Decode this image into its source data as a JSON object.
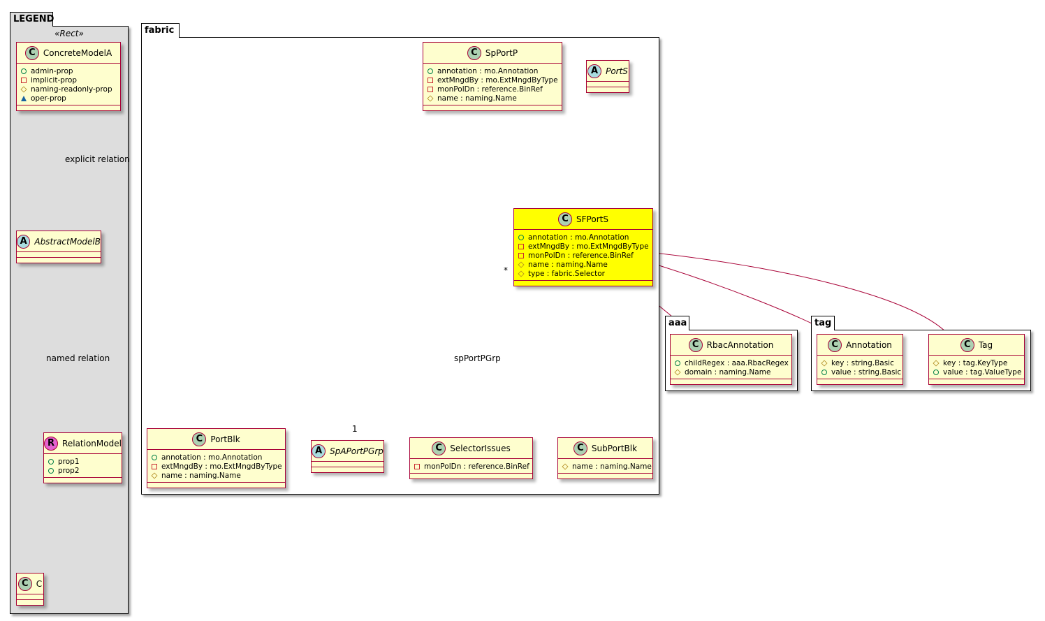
{
  "packages": [
    {
      "id": "legend",
      "name": "LEGEND",
      "stereotype": "«Rect»",
      "bg": "#dddddd"
    },
    {
      "id": "fabric",
      "name": "fabric",
      "bg": "#ffffff"
    },
    {
      "id": "aaa",
      "name": "aaa",
      "bg": "#ffffff"
    },
    {
      "id": "tag",
      "name": "tag",
      "bg": "#ffffff"
    }
  ],
  "classes": [
    {
      "id": "ConcreteModelA",
      "kind": "C",
      "name": "ConcreteModelA",
      "attrs": [
        {
          "vis": "pub",
          "text": "admin-prop"
        },
        {
          "vis": "priv",
          "text": "implicit-prop"
        },
        {
          "vis": "prot",
          "text": "naming-readonly-prop"
        },
        {
          "vis": "pkg",
          "text": "oper-prop"
        }
      ]
    },
    {
      "id": "AbstractModelB",
      "kind": "A",
      "name": "AbstractModelB",
      "attrs": []
    },
    {
      "id": "RelationModel",
      "kind": "R",
      "name": "RelationModel",
      "attrs": [
        {
          "vis": "pub",
          "text": "prop1"
        },
        {
          "vis": "pub",
          "text": "prop2"
        }
      ]
    },
    {
      "id": "C",
      "kind": "C",
      "name": "C",
      "attrs": []
    },
    {
      "id": "SpPortP",
      "kind": "C",
      "name": "SpPortP",
      "attrs": [
        {
          "vis": "pub",
          "text": "annotation : mo.Annotation"
        },
        {
          "vis": "priv",
          "text": "extMngdBy : mo.ExtMngdByType"
        },
        {
          "vis": "priv",
          "text": "monPolDn : reference.BinRef"
        },
        {
          "vis": "prot",
          "text": "name : naming.Name"
        }
      ]
    },
    {
      "id": "PortS",
      "kind": "A",
      "name": "PortS",
      "attrs": []
    },
    {
      "id": "SFPortS",
      "kind": "C",
      "name": "SFPortS",
      "highlight": "#ffff00",
      "attrs": [
        {
          "vis": "pub",
          "text": "annotation : mo.Annotation"
        },
        {
          "vis": "priv",
          "text": "extMngdBy : mo.ExtMngdByType"
        },
        {
          "vis": "priv",
          "text": "monPolDn : reference.BinRef"
        },
        {
          "vis": "prot",
          "text": "name : naming.Name"
        },
        {
          "vis": "prot",
          "text": "type : fabric.Selector"
        }
      ]
    },
    {
      "id": "PortBlk",
      "kind": "C",
      "name": "PortBlk",
      "attrs": [
        {
          "vis": "pub",
          "text": "annotation : mo.Annotation"
        },
        {
          "vis": "priv",
          "text": "extMngdBy : mo.ExtMngdByType"
        },
        {
          "vis": "prot",
          "text": "name : naming.Name"
        }
      ]
    },
    {
      "id": "SpAPortPGrp",
      "kind": "A",
      "name": "SpAPortPGrp",
      "attrs": []
    },
    {
      "id": "SelectorIssues",
      "kind": "C",
      "name": "SelectorIssues",
      "attrs": [
        {
          "vis": "priv",
          "text": "monPolDn : reference.BinRef"
        }
      ]
    },
    {
      "id": "SubPortBlk",
      "kind": "C",
      "name": "SubPortBlk",
      "attrs": [
        {
          "vis": "prot",
          "text": "name : naming.Name"
        }
      ]
    },
    {
      "id": "RbacAnnotation",
      "kind": "C",
      "name": "RbacAnnotation",
      "attrs": [
        {
          "vis": "pub",
          "text": "childRegex : aaa.RbacRegex"
        },
        {
          "vis": "prot",
          "text": "domain : naming.Name"
        }
      ]
    },
    {
      "id": "Annotation",
      "kind": "C",
      "name": "Annotation",
      "attrs": [
        {
          "vis": "prot",
          "text": "key : string.Basic"
        },
        {
          "vis": "pub",
          "text": "value : string.Basic"
        }
      ]
    },
    {
      "id": "Tag",
      "kind": "C",
      "name": "Tag",
      "attrs": [
        {
          "vis": "prot",
          "text": "key : tag.KeyType"
        },
        {
          "vis": "pub",
          "text": "value : tag.ValueType"
        }
      ]
    }
  ],
  "labels": {
    "explicit_relation": "explicit relation",
    "named_relation": "named relation",
    "spPortPGrp": "spPortPGrp",
    "mult_star": "*",
    "mult_one": "1"
  },
  "colors": {
    "border": "#a80036",
    "class_bg": "#fefece",
    "kind_C": "#add1b2",
    "kind_A": "#a9dcdf",
    "kind_R": "#e462d0"
  }
}
